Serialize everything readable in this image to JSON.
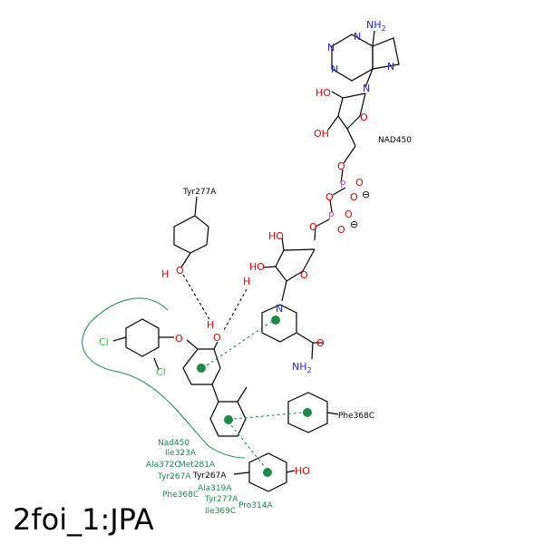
{
  "title": "2foi_1:JPA",
  "colors": {
    "carbon": "#000000",
    "nitrogen": "#1f1fd6",
    "oxygen": "#e00000",
    "phosphorus": "#b05cb0",
    "chlorine": "#3cc23c",
    "interaction": "#1b8a4a"
  },
  "atoms": {
    "nh2_top": "NH",
    "nh2_top_sub": "2",
    "n": "N",
    "ho": "HO",
    "oh": "OH",
    "o": "O",
    "p": "P",
    "h": "H",
    "cl": "Cl",
    "nh2": "NH",
    "nh2_sub": "2",
    "minus": "⊖",
    "ho_right": "HO"
  },
  "labels": {
    "nad450": "NAD450",
    "tyr277": "Tyr277A",
    "phe368": "Phe368C",
    "tyr267": "Tyr267A"
  },
  "residues": [
    "Nad450",
    "Ile323A",
    "Ala372C",
    "Met281A",
    "Tyr267A",
    "Phe368C",
    "Ala319A",
    "Tyr277A",
    "Pro314A",
    "Ile369C"
  ]
}
